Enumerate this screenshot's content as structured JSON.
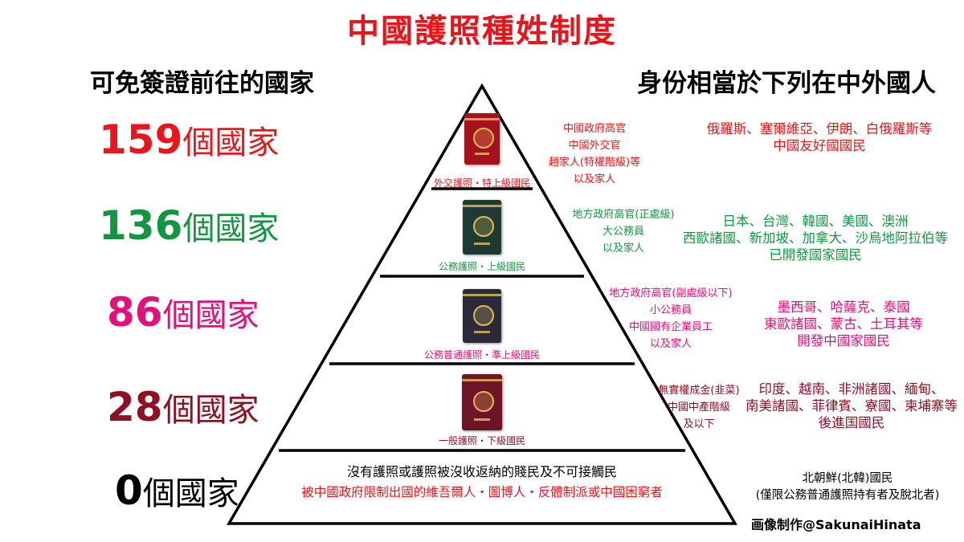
{
  "title": "中國護照種姓制度",
  "left_heading": "可免簽證前往的國家",
  "right_heading": "身份相當於下列在中外國人",
  "tiers": [
    {
      "count": "159",
      "count_suffix": "個國家",
      "color": "#e8161b",
      "passport_label": "外交護照・特上級國民",
      "passport_color": "#a3121d",
      "category_lines": [
        "中國政府高官",
        "中國外交官",
        "趙家人(特權階級)等",
        "以及家人"
      ],
      "equivalent_lines": [
        "俄羅斯、塞爾維亞、伊朗、白俄羅斯等",
        "中國友好國國民"
      ]
    },
    {
      "count": "136",
      "count_suffix": "個國家",
      "color": "#12963f",
      "passport_label": "公務護照・上級國民",
      "passport_color": "#1d3b33",
      "category_lines": [
        "地方政府高官(正處級)",
        "大公務員",
        "以及家人"
      ],
      "equivalent_lines": [
        "日本、台灣、韓國、美國、澳洲",
        "西歐諸國、新加坡、加拿大、沙烏地阿拉伯等",
        "已開發國家國民"
      ]
    },
    {
      "count": "86",
      "count_suffix": "個國家",
      "color": "#e0117a",
      "passport_label": "公務普通護照・準上級國民",
      "passport_color": "#2a2a3a",
      "category_lines": [
        "地方政府高官(副處級以下)",
        "小公務員",
        "中國國有企業員工",
        "以及家人"
      ],
      "equivalent_lines": [
        "墨西哥、哈薩克、泰國",
        "東歐諸國、蒙古、土耳其等",
        "開發中國家國民"
      ]
    },
    {
      "count": "28",
      "count_suffix": "個國家",
      "color": "#8e1022",
      "passport_label": "一般護照・下級國民",
      "passport_color": "#6e1426",
      "category_lines": [
        "無實權成金(韭菜)",
        "中國中產階級",
        "及以下"
      ],
      "equivalent_lines": [
        "印度、越南、非洲諸國、緬甸、",
        "南美諸國、菲律賓、寮國、柬埔寨等",
        "後進国國民"
      ]
    },
    {
      "count": "0",
      "count_suffix": "個國家",
      "color": "#000000",
      "bottom_main": "沒有護照或護照被沒收返納的賤民及不可接觸民",
      "bottom_sub": "被中國政府限制出國的維吾爾人・圖博人・反體制派或中國困窮者",
      "equivalent_lines": [
        "北朝鮮(北韓)國民",
        "(僅限公務普通護照持有者及脫北者)"
      ]
    }
  ],
  "credit": "画像制作@SakunaiHinata",
  "accent_red": "#e8161b"
}
